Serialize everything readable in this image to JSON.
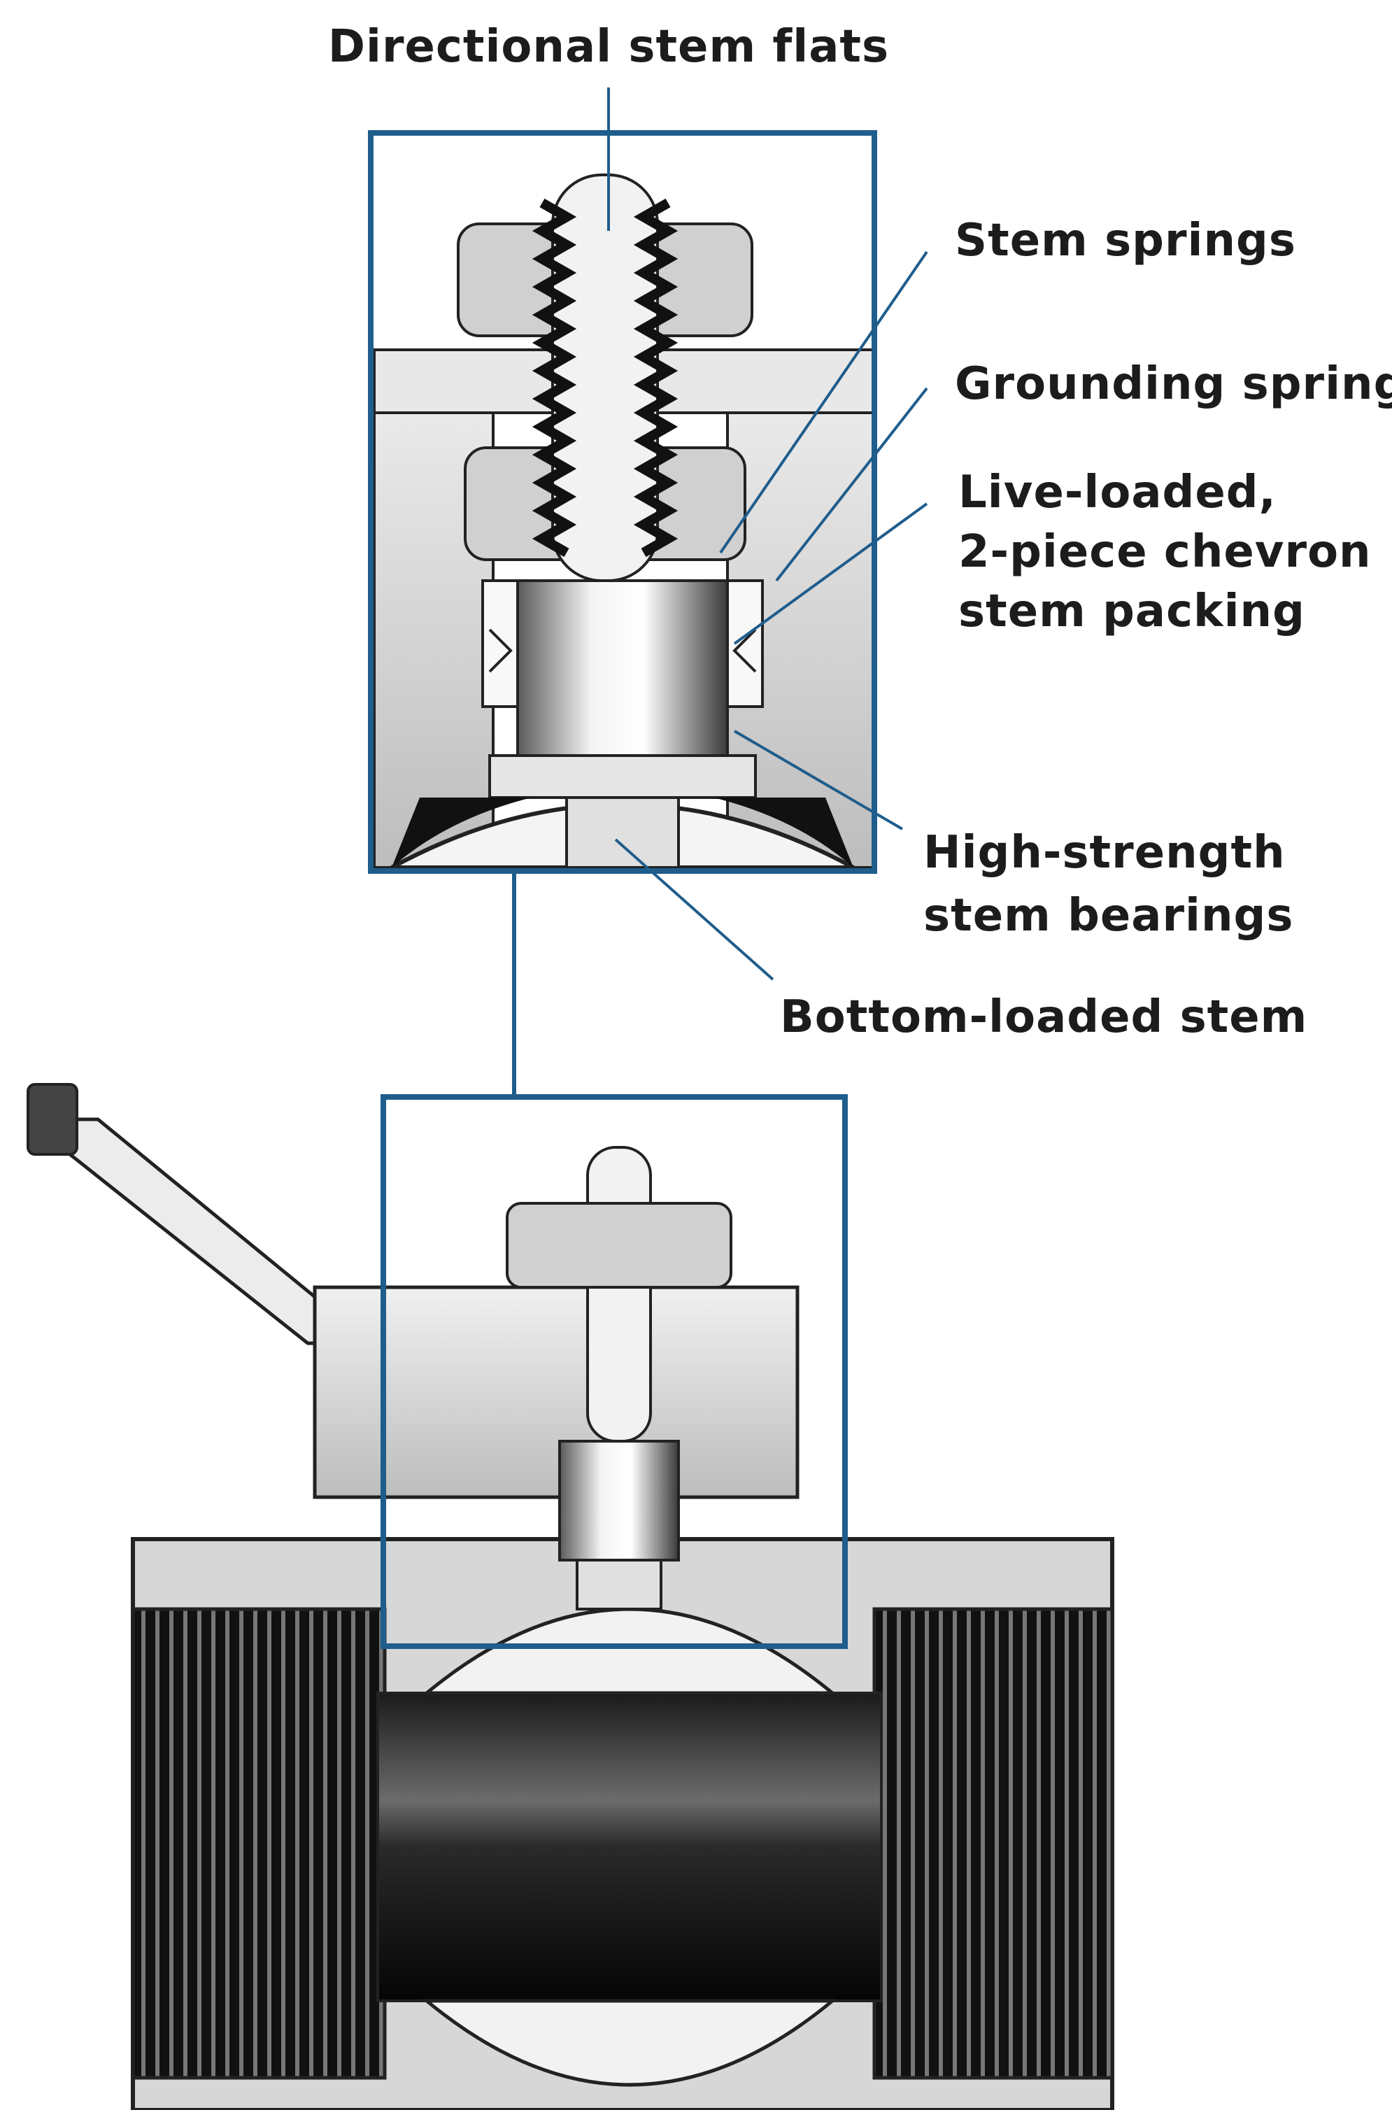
{
  "labels": {
    "directional_stem_flats": "Directional stem flats",
    "stem_springs": "Stem springs",
    "grounding_spring": "Grounding spring",
    "live_loaded_line1": "Live-loaded,",
    "live_loaded_line2": "2-piece chevron",
    "live_loaded_line3": "stem packing",
    "high_strength_line1": "High-strength",
    "high_strength_line2": "stem bearings",
    "bottom_loaded_stem": "Bottom-loaded stem"
  },
  "colors": {
    "callout_line": "#1f5d8c",
    "frame": "#1f5d8c",
    "metal_light": "#d9d9d9",
    "metal_dark": "#111111",
    "text": "#1c1c1c"
  }
}
